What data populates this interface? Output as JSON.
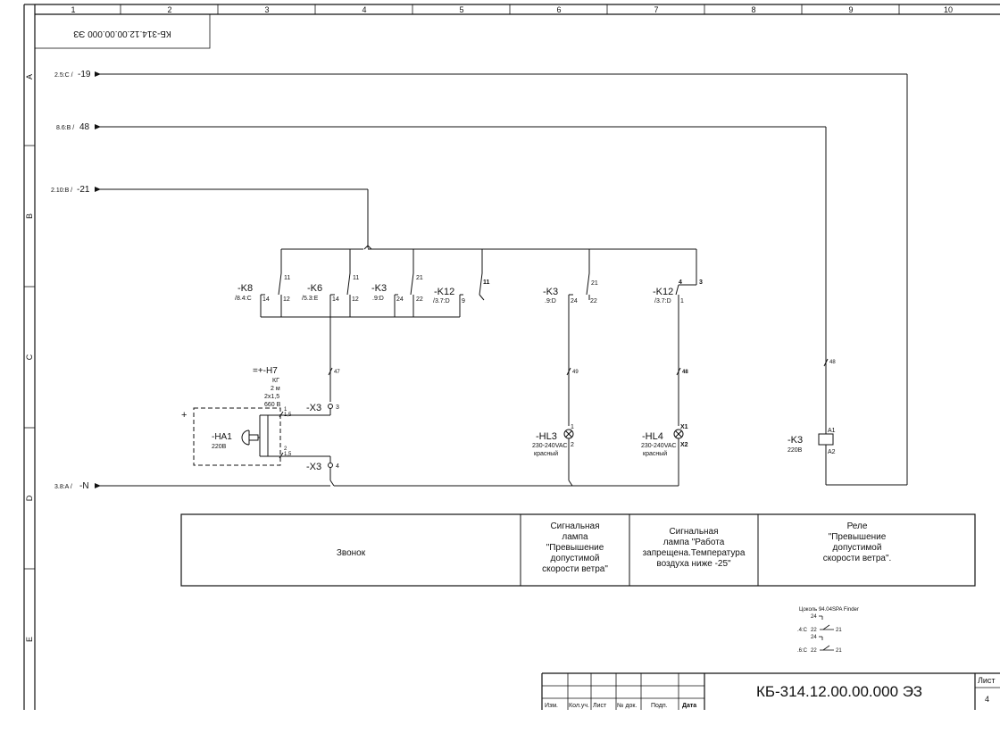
{
  "frame": {
    "columns": [
      "1",
      "2",
      "3",
      "4",
      "5",
      "6",
      "7",
      "8",
      "9",
      "10"
    ],
    "rows": [
      "A",
      "B",
      "C",
      "D",
      "E"
    ],
    "top_stamp": "КБ-314.12.00.00.000 ЭЗ"
  },
  "inputs": [
    {
      "ref": "2.5:C /",
      "signal": "-19"
    },
    {
      "ref": "8.6:B /",
      "signal": "48"
    },
    {
      "ref": "2.10:B /",
      "signal": "-21"
    },
    {
      "ref": "3.8:A /",
      "signal": "-N"
    }
  ],
  "contacts": {
    "k8": {
      "tag": "-K8",
      "ref": "/8.4:C",
      "n11": "11",
      "n14": "14",
      "n12": "12"
    },
    "k6": {
      "tag": "-K6",
      "ref": "/5.3:E",
      "n11": "11",
      "n14": "14",
      "n12": "12"
    },
    "k3a": {
      "tag": "-K3",
      "ref": ".9:D",
      "n21": "21",
      "n24": "24",
      "n22": "22"
    },
    "k12a": {
      "tag": "-K12",
      "ref": "/3.7:D",
      "n9": "9",
      "n11": "11"
    },
    "k3b": {
      "tag": "-K3",
      "ref": ".9:D",
      "n21": "21",
      "n24": "24",
      "n22": "22"
    },
    "k12b": {
      "tag": "-K12",
      "ref": "/3.7:D",
      "n4": "4",
      "n1": "1",
      "n3": "3"
    }
  },
  "cable": {
    "tag": "=+-H7",
    "type": "КГ",
    "length": "2 м",
    "section": "2х1,5",
    "voltage": "660 В"
  },
  "terminals": {
    "x3a": {
      "tag": "-X3",
      "pin": "3",
      "wire1": "1",
      "wire1b": "1,5"
    },
    "x3b": {
      "tag": "-X3",
      "pin": "4",
      "wire2": "2",
      "wire2b": "1,5"
    }
  },
  "wires": {
    "w47": "47",
    "w49": "49",
    "w48a": "48",
    "w48b": "48"
  },
  "devices": {
    "ha1": {
      "tag": "-HA1",
      "volt": "220В",
      "plus": "+"
    },
    "hl3": {
      "tag": "-HL3",
      "volt": "230-240VAC",
      "color": "красный",
      "p1": "1",
      "p2": "2"
    },
    "hl4": {
      "tag": "-HL4",
      "volt": "230-240VAC",
      "color": "красный",
      "p1": "X1",
      "p2": "X2"
    },
    "k3coil": {
      "tag": "-K3",
      "volt": "220В",
      "a1": "A1",
      "a2": "A2"
    }
  },
  "legend": {
    "zvonok": "Звонок",
    "lamp1": [
      "Сигнальная",
      "лампа",
      "\"Превышение",
      "допустимой",
      "скорости ветра\""
    ],
    "lamp2": [
      "Сигнальная",
      "лампа \"Работа",
      "запрещена.Температура",
      "воздуха ниже -25\""
    ],
    "rele": [
      "Реле",
      "\"Превышение",
      "допустимой",
      "скорости ветра\"."
    ]
  },
  "socket_note": {
    "title": "Цоколь 94.04SPA Finder",
    "n24a": "24",
    "line1_ref": ".4:C",
    "line1_a": "22",
    "line1_b": "21",
    "n24b": "24",
    "line2_ref": ".6:C",
    "line2_a": "22",
    "line2_b": "21"
  },
  "title_block": {
    "doc_code": "КБ-314.12.00.00.000 ЭЗ",
    "sheet_label": "Лист",
    "sheet_num": "4",
    "cols": [
      "Изм.",
      "Кол.уч.",
      "Лист",
      "№ док.",
      "Подп.",
      "Дата"
    ]
  }
}
